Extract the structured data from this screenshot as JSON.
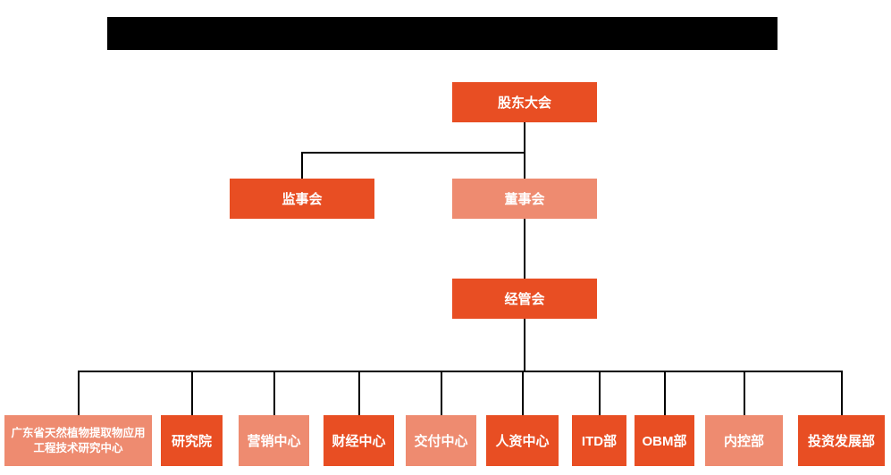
{
  "colors": {
    "primary_orange": "#e84e23",
    "secondary_salmon": "#ee8b70",
    "connector_line": "#000000",
    "redacted_title_bar": "#000000",
    "node_text": "#ffffff",
    "background": "#ffffff"
  },
  "org": {
    "root": {
      "label": "股东大会"
    },
    "supervisory": {
      "label": "监事会"
    },
    "board": {
      "label": "董事会"
    },
    "management": {
      "label": "经管会"
    },
    "departments": [
      {
        "label": "广东省天然植物提取物应用工程技术研究中心"
      },
      {
        "label": "研究院"
      },
      {
        "label": "营销中心"
      },
      {
        "label": "财经中心"
      },
      {
        "label": "交付中心"
      },
      {
        "label": "人资中心"
      },
      {
        "label": "ITD部"
      },
      {
        "label": "OBM部"
      },
      {
        "label": "内控部"
      },
      {
        "label": "投资发展部"
      }
    ]
  }
}
